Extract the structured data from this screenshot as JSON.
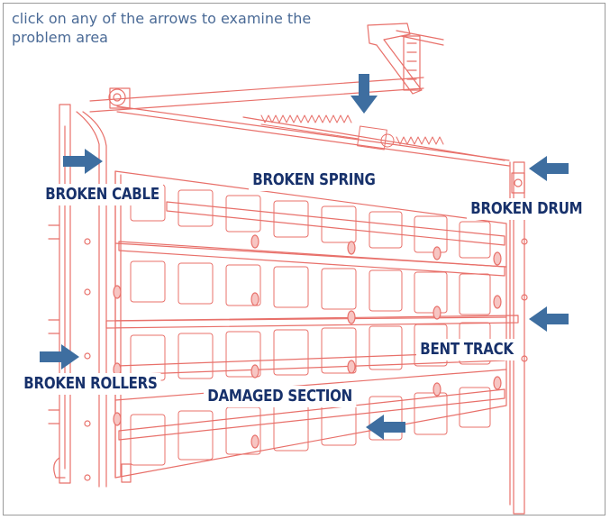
{
  "instruction": "click on any of the arrows to examine the problem area",
  "labels": {
    "broken_cable": "BROKEN CABLE",
    "broken_spring": "BROKEN SPRING",
    "broken_drum": "BROKEN DRUM",
    "bent_track": "BENT TRACK",
    "broken_rollers": "BROKEN ROLLERS",
    "damaged_section": "DAMAGED SECTION"
  },
  "colors": {
    "line_art": "#e8706a",
    "arrow": "#3e6ea0",
    "label_text": "#17316b",
    "instruction_text": "#4a6a96"
  },
  "icons": {
    "arrow_down": "arrow-down-icon",
    "arrow_right": "arrow-right-icon",
    "arrow_left": "arrow-left-icon"
  }
}
